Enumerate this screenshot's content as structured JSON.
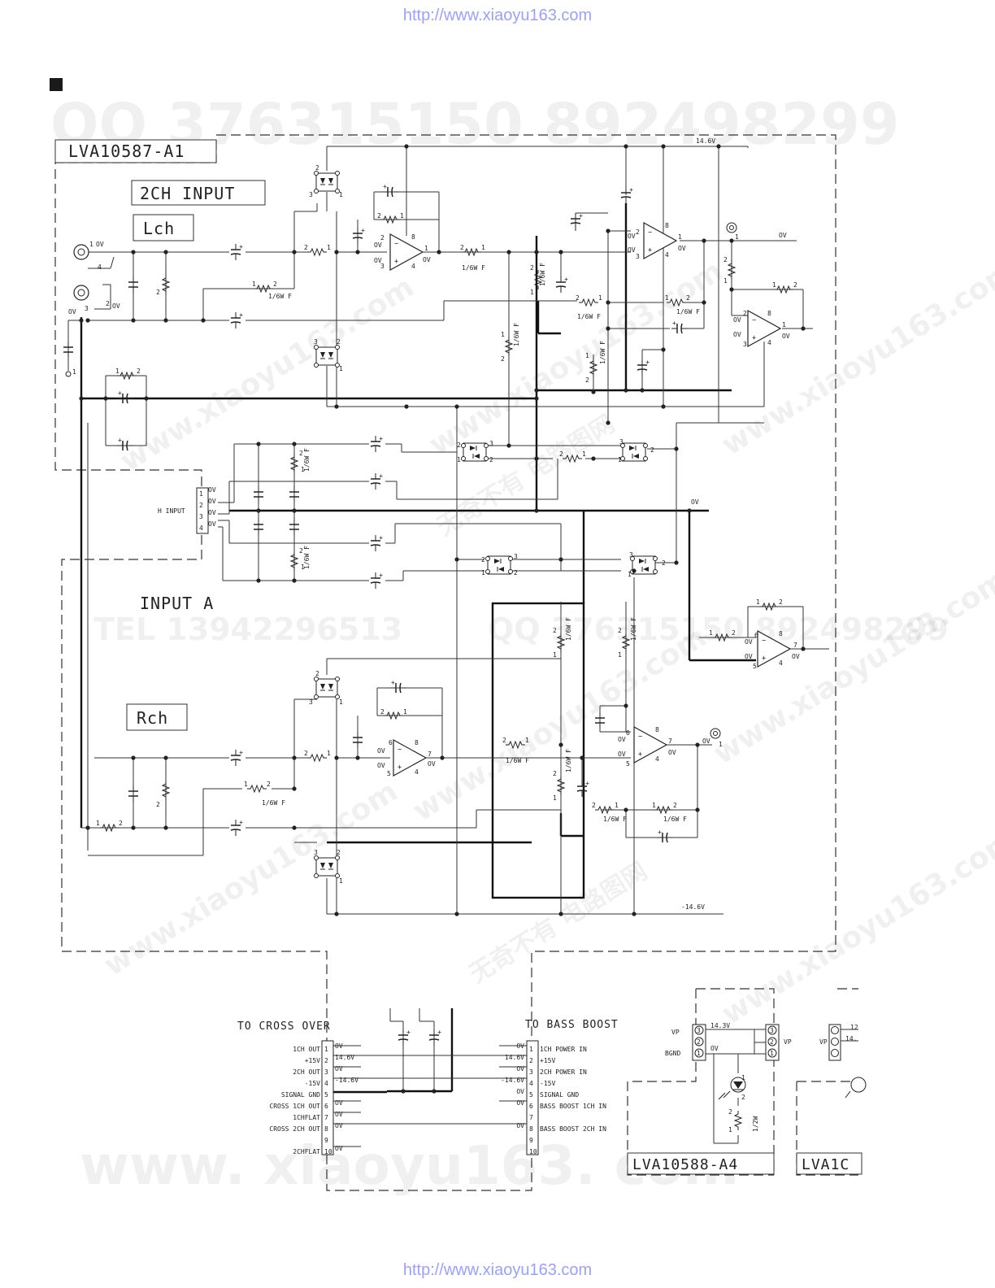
{
  "url_top": "http://www.xiaoyu163.com",
  "url_bottom": "http://www.xiaoyu163.com",
  "watermarks": {
    "qq": "QQ 376315150    892498299",
    "tel": "TEL 13942296513",
    "qq_mid": "QQ 376315150 892498299",
    "site": "www.xiaoyu163.com",
    "site_spaced": "www. xiaoyu163. com",
    "cn": "无奇不有 电路图网"
  },
  "board": {
    "id": "LVA10587-A1",
    "title_2ch": "2CH INPUT",
    "lch": "Lch",
    "rch": "Rch",
    "h_input": "H INPUT",
    "input_a": "INPUT A"
  },
  "labels": {
    "v_pos": "14.6V",
    "v_neg": "-14.6V",
    "ov": "OV",
    "res_1_6w_f": "1/6W F",
    "res_1_2w": "1/2W"
  },
  "connector_left": {
    "title": "TO CROSS OVER",
    "pins": [
      {
        "n": "1",
        "name": "1CH OUT",
        "net": "OV"
      },
      {
        "n": "2",
        "name": "+15V",
        "net": "14.6V"
      },
      {
        "n": "3",
        "name": "2CH OUT",
        "net": "OV"
      },
      {
        "n": "4",
        "name": "-15V",
        "net": "-14.6V"
      },
      {
        "n": "5",
        "name": "SIGNAL GND",
        "net": ""
      },
      {
        "n": "6",
        "name": "CROSS 1CH OUT",
        "net": "OV"
      },
      {
        "n": "7",
        "name": "1CHFLAT",
        "net": "OV"
      },
      {
        "n": "8",
        "name": "CROSS 2CH OUT",
        "net": "OV"
      },
      {
        "n": "9",
        "name": "",
        "net": ""
      },
      {
        "n": "10",
        "name": "2CHFLAT",
        "net": "OV"
      }
    ]
  },
  "connector_right": {
    "title": "TO BASS BOOST",
    "pins": [
      {
        "n": "1",
        "name": "1CH POWER IN",
        "net": "OV"
      },
      {
        "n": "2",
        "name": "+15V",
        "net": "14.6V"
      },
      {
        "n": "3",
        "name": "2CH POWER IN",
        "net": "OV"
      },
      {
        "n": "4",
        "name": "-15V",
        "net": "-14.6V"
      },
      {
        "n": "5",
        "name": "SIGNAL GND",
        "net": "OV"
      },
      {
        "n": "6",
        "name": "BASS BOOST 1CH IN",
        "net": "OV"
      },
      {
        "n": "7",
        "name": "",
        "net": ""
      },
      {
        "n": "8",
        "name": "BASS BOOST 2CH IN",
        "net": "OV"
      },
      {
        "n": "9",
        "name": "",
        "net": ""
      },
      {
        "n": "10",
        "name": "",
        "net": ""
      }
    ]
  },
  "led_board": {
    "id": "LVA10588-A4",
    "vp": "VP",
    "bgnd": "BGND",
    "v": "14.3V",
    "ov": "OV"
  },
  "partial_board": {
    "id": "LVA1C",
    "vp": "VP",
    "v1": "12",
    "v2": "14."
  }
}
